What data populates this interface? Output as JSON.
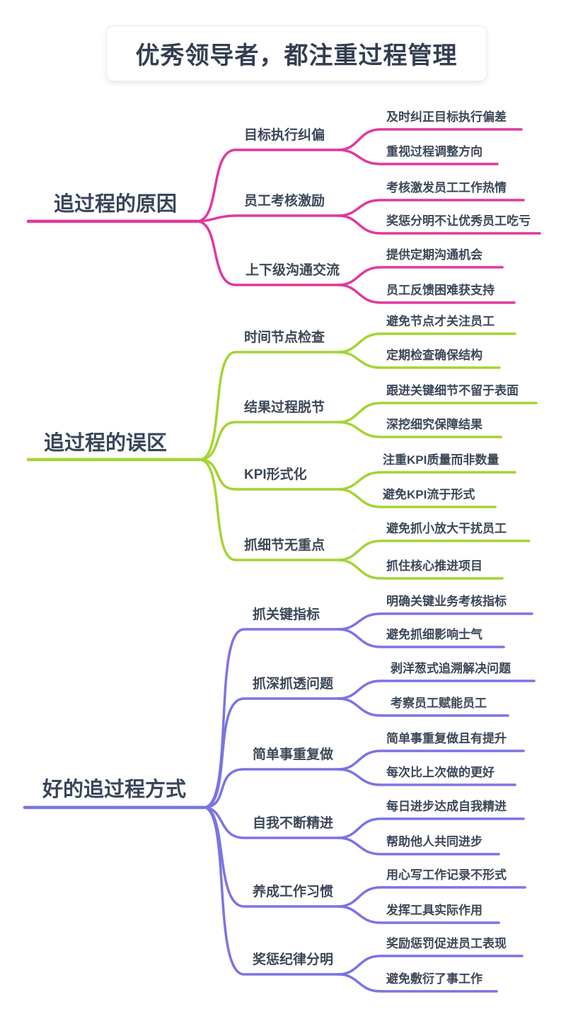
{
  "map": {
    "title": "优秀领导者，都注重过程管理",
    "colors": {
      "pink": "#E0399E",
      "green": "#A4D433",
      "purple": "#7B74E3",
      "text": "#3C4858",
      "title_text": "#333F50"
    },
    "branches": [
      {
        "label": "追过程的原因",
        "color": "#E0399E",
        "children": [
          {
            "label": "目标执行纠偏",
            "leaves": [
              "及时纠正目标执行偏差",
              "重视过程调整方向"
            ]
          },
          {
            "label": "员工考核激励",
            "leaves": [
              "考核激发员工工作热情",
              "奖惩分明不让优秀员工吃亏"
            ]
          },
          {
            "label": "上下级沟通交流",
            "leaves": [
              "提供定期沟通机会",
              "员工反馈困难获支持"
            ]
          }
        ]
      },
      {
        "label": "追过程的误区",
        "color": "#A4D433",
        "children": [
          {
            "label": "时间节点检查",
            "leaves": [
              "避免节点才关注员工",
              "定期检查确保结构"
            ]
          },
          {
            "label": "结果过程脱节",
            "leaves": [
              "跟进关键细节不留于表面",
              "深挖细究保障结果"
            ]
          },
          {
            "label": "KPI形式化",
            "leaves": [
              "注重KPI质量而非数量",
              "避免KPI流于形式"
            ]
          },
          {
            "label": "抓细节无重点",
            "leaves": [
              "避免抓小放大干扰员工",
              "抓住核心推进项目"
            ]
          }
        ]
      },
      {
        "label": "好的追过程方式",
        "color": "#7B74E3",
        "children": [
          {
            "label": "抓关键指标",
            "leaves": [
              "明确关键业务考核指标",
              "避免抓细影响士气"
            ]
          },
          {
            "label": "抓深抓透问题",
            "leaves": [
              "剥洋葱式追溯解决问题",
              "考察员工赋能员工"
            ]
          },
          {
            "label": "简单事重复做",
            "leaves": [
              "简单事重复做且有提升",
              "每次比上次做的更好"
            ]
          },
          {
            "label": "自我不断精进",
            "leaves": [
              "每日进步达成自我精进",
              "帮助他人共同进步"
            ]
          },
          {
            "label": "养成工作习惯",
            "leaves": [
              "用心写工作记录不形式",
              "发挥工具实际作用"
            ]
          },
          {
            "label": "奖惩纪律分明",
            "leaves": [
              "奖励惩罚促进员工表现",
              "避免敷衍了事工作"
            ]
          }
        ]
      }
    ]
  }
}
